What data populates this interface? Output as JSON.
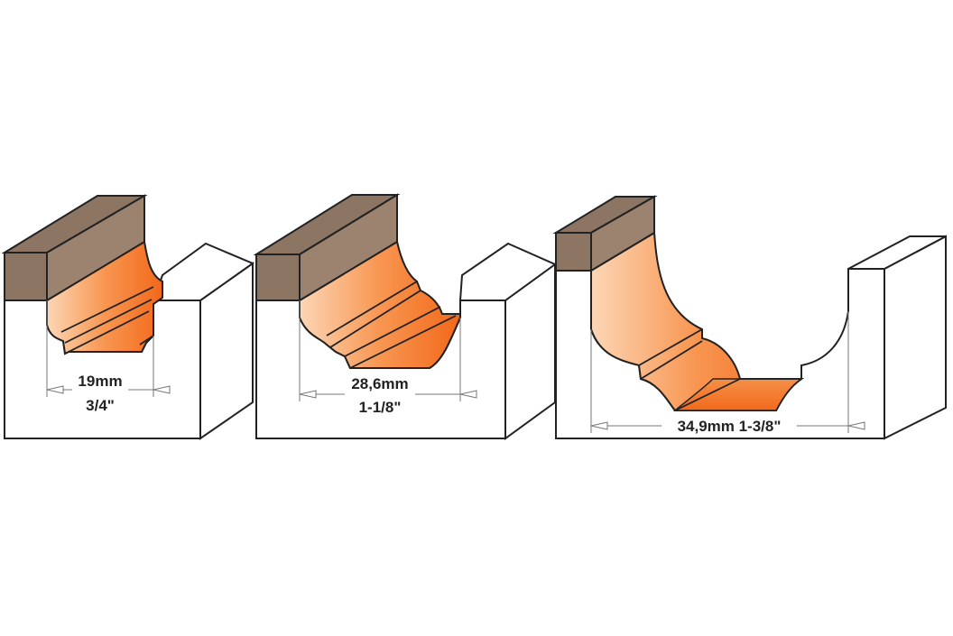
{
  "profiles": [
    {
      "id": "small",
      "metric_label": "19mm",
      "imperial_label": "3/4\""
    },
    {
      "id": "medium",
      "metric_label": "28,6mm",
      "imperial_label": "1-1/8\""
    },
    {
      "id": "large",
      "combined_label": "34,9mm 1-3/8\""
    }
  ],
  "colors": {
    "cut_face_light": "#fcd2b0",
    "cut_face_mid": "#f89a55",
    "cut_face_dark": "#f26a1c",
    "template_top": "#8c7562",
    "template_side": "#9b8370",
    "outline": "#222222",
    "dimension_line": "#777777",
    "background": "#ffffff"
  }
}
